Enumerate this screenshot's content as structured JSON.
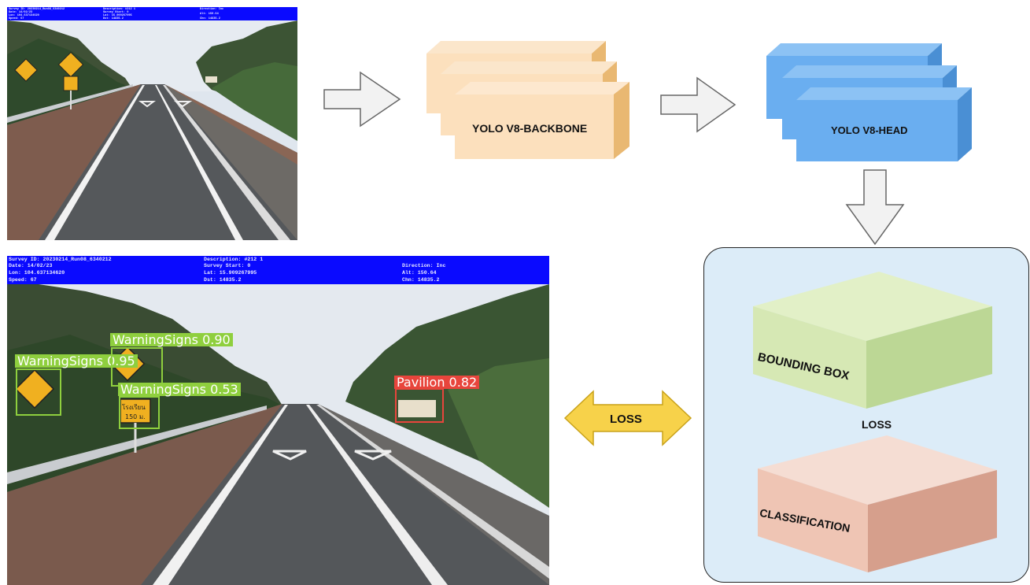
{
  "input_image": {
    "hud": {
      "survey_id": "Survey ID: 20230214_Run08_6340212",
      "date": "Date: 14/02/23",
      "lon": "Lon: 104.637134620",
      "speed": "Speed: 67",
      "description": "Description: #212 1",
      "survey_start": "Survey Start: 0",
      "lat": "Lat: 15.909267995",
      "dst": "Dst: 14835.2",
      "direction": "Direction: Inc",
      "alt": "Alt: 150.64",
      "chn": "Chn: 14835.2"
    }
  },
  "output_image": {
    "hud": {
      "survey_id": "Survey ID: 20230214_Run08_6340212",
      "date": "Date: 14/02/23",
      "lon": "Lon: 104.637134620",
      "speed": "Speed: 67",
      "description": "Description: #212 1",
      "survey_start": "Survey Start: 0",
      "lat": "Lat: 15.909267995",
      "dst": "Dst: 14835.2",
      "direction": "Direction: Inc",
      "alt": "Alt: 150.64",
      "chn": "Chn: 14835.2"
    },
    "detections": [
      {
        "label": "WarningSigns 0.95"
      },
      {
        "label": "WarningSigns 0.90"
      },
      {
        "label": "WarningSigns 0.53"
      },
      {
        "label": "Pavilion 0.82"
      }
    ],
    "sign_text": [
      "โรงเรียน",
      "150 ม."
    ]
  },
  "backbone": {
    "label": "YOLO V8-BACKBONE"
  },
  "head": {
    "label": "YOLO V8-HEAD"
  },
  "loss_arrow": {
    "label": "LOSS"
  },
  "loss_panel": {
    "bounding_box": "BOUNDING BOX",
    "loss": "LOSS",
    "classification": "CLASSIFICATION"
  },
  "colors": {
    "backbone_front": "#fce0bd",
    "backbone_side": "#e9b872",
    "head_front": "#6aaef0",
    "head_side": "#4a8fd4",
    "bbox_front": "#d6e8b4",
    "cls_front": "#efc5b4",
    "loss_arrow": "#f7d24a",
    "hud_bar": "#0a0aff",
    "detection_green": "#8fcf3e",
    "detection_red": "#e8453c",
    "panel": "#dcecf8"
  }
}
